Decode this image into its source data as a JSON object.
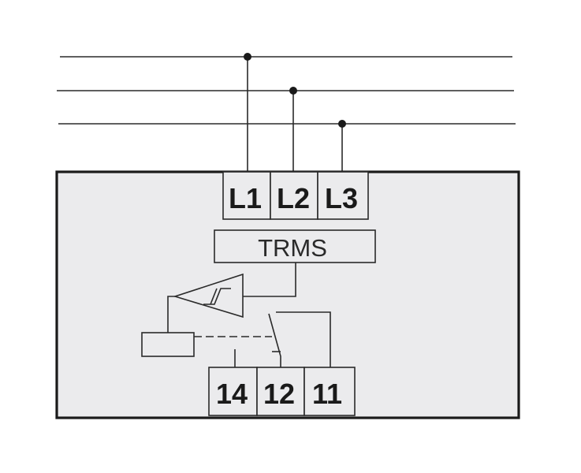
{
  "input_terminals": [
    "L1",
    "L2",
    "L3"
  ],
  "module_label": "TRMS",
  "output_terminals": [
    "14",
    "12",
    "11"
  ]
}
